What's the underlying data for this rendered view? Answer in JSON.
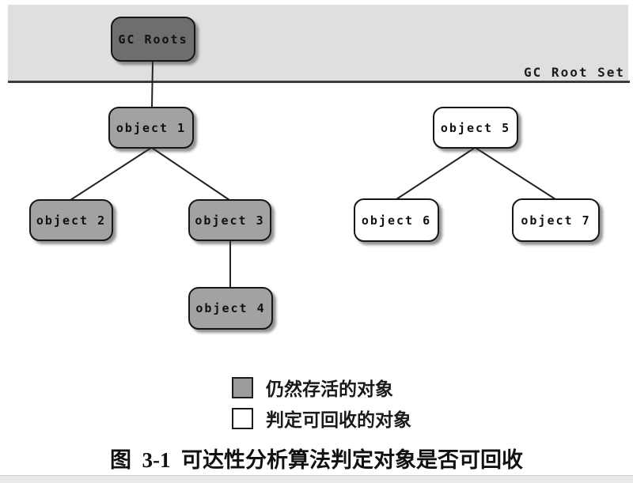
{
  "band": {
    "label": "GC Root Set"
  },
  "nodes": {
    "gc_roots": {
      "label": "GC Roots",
      "status": "root"
    },
    "object1": {
      "label": "object 1",
      "status": "alive"
    },
    "object2": {
      "label": "object 2",
      "status": "alive"
    },
    "object3": {
      "label": "object 3",
      "status": "alive"
    },
    "object4": {
      "label": "object 4",
      "status": "alive"
    },
    "object5": {
      "label": "object 5",
      "status": "recyclable"
    },
    "object6": {
      "label": "object 6",
      "status": "recyclable"
    },
    "object7": {
      "label": "object 7",
      "status": "recyclable"
    }
  },
  "edges": [
    {
      "from": "gc_roots",
      "to": "object1"
    },
    {
      "from": "object1",
      "to": "object2"
    },
    {
      "from": "object1",
      "to": "object3"
    },
    {
      "from": "object3",
      "to": "object4"
    },
    {
      "from": "object5",
      "to": "object6"
    },
    {
      "from": "object5",
      "to": "object7"
    }
  ],
  "legend": [
    {
      "label": "仍然存活的对象",
      "color": "#9c9c9c"
    },
    {
      "label": "判定可回收的对象",
      "color": "#ffffff"
    }
  ],
  "caption": "图  3-1  可达性分析算法判定对象是否可回收",
  "colors": {
    "band_background": "#dfdfdf",
    "root_node_fill": "#6e6e6e",
    "alive_node_fill": "#a2a2a2",
    "recyclable_node_fill": "#ffffff",
    "edge_stroke": "#222222"
  }
}
